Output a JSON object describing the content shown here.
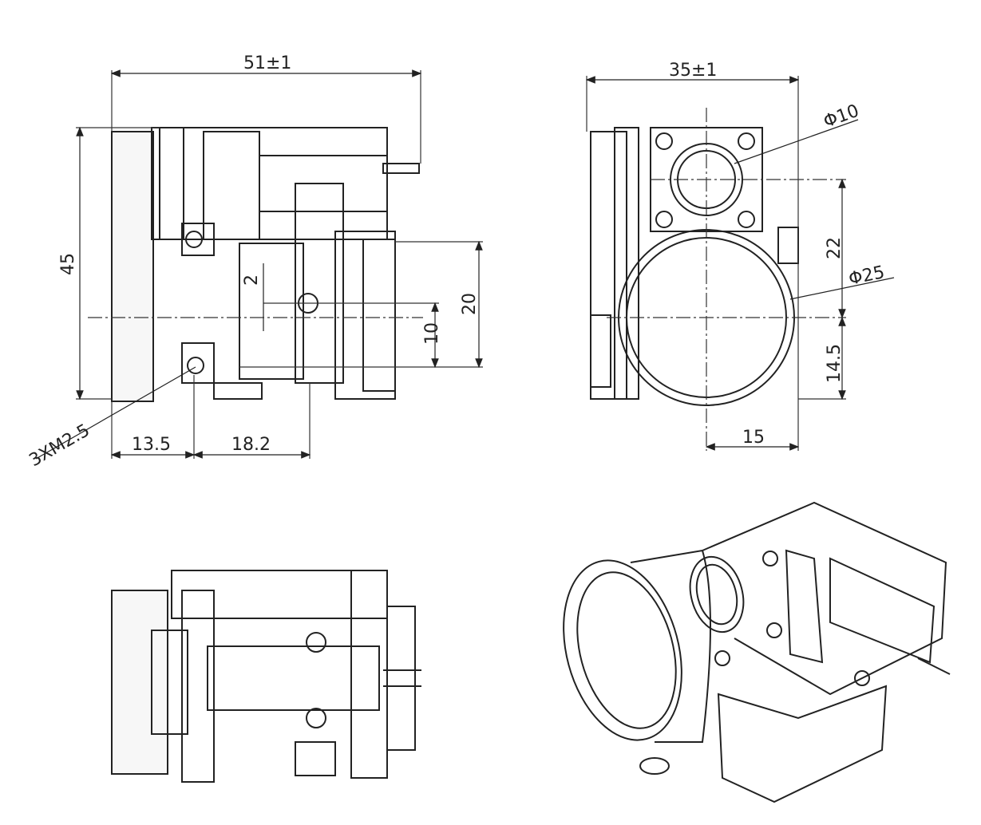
{
  "views": {
    "side": {
      "overall_length": "51±1",
      "height": "45",
      "offset_small": "2",
      "window_height": "20",
      "window_half": "10",
      "mount_holes": "3XM2.5",
      "hole_offset_1": "13.5",
      "hole_offset_2": "18.2"
    },
    "front": {
      "width": "35±1",
      "small_aperture": "Φ10",
      "large_aperture": "Φ25",
      "aperture_spacing": "22",
      "large_center_height": "14.5",
      "large_center_offset": "15"
    }
  }
}
